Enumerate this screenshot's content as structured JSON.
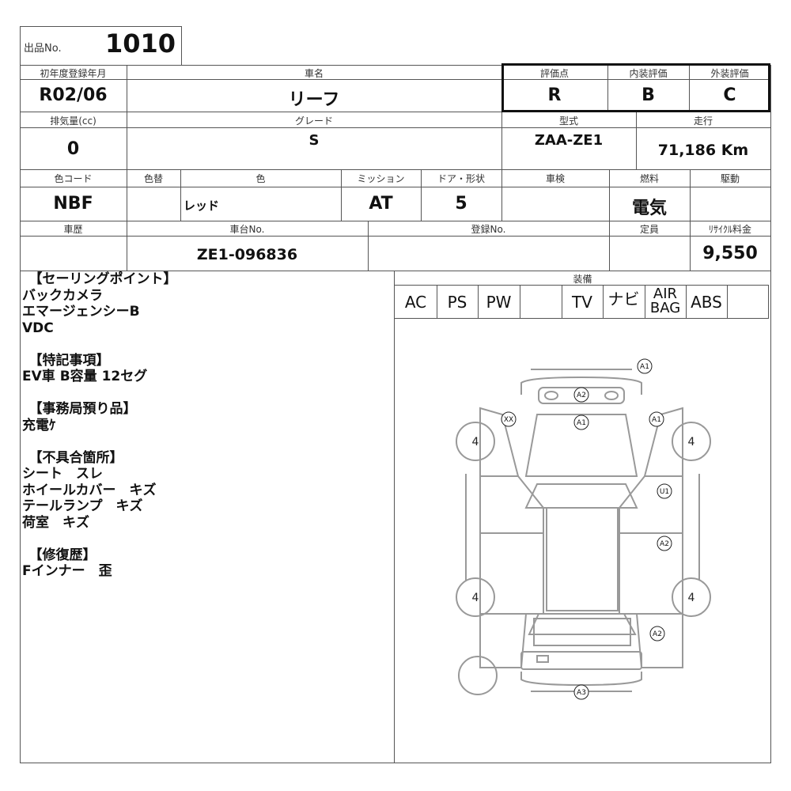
{
  "lot": {
    "label": "出品No.",
    "value": "1010"
  },
  "row1": {
    "first_reg_label": "初年度登録年月",
    "first_reg_value": "R02/06",
    "name_label": "車名",
    "name_value": "リーフ",
    "score_label": "評価点",
    "score_value": "R",
    "interior_label": "内装評価",
    "interior_value": "B",
    "exterior_label": "外装評価",
    "exterior_value": "C"
  },
  "row2": {
    "displacement_label": "排気量(cc)",
    "displacement_value": "0",
    "grade_label": "グレード",
    "grade_value": "S",
    "model_label": "型式",
    "model_value": "ZAA-ZE1",
    "mileage_label": "走行",
    "mileage_value": "71,186 Km"
  },
  "row3": {
    "color_code_label": "色コード",
    "color_code_value": "NBF",
    "color_change_label": "色替",
    "color_change_value": "",
    "color_label": "色",
    "color_value": "レッド",
    "mission_label": "ミッション",
    "mission_value": "AT",
    "door_label": "ドア・形状",
    "door_value": "5",
    "inspection_label": "車検",
    "inspection_value": "",
    "fuel_label": "燃料",
    "fuel_value": "電気",
    "drive_label": "駆動",
    "drive_value": ""
  },
  "row4": {
    "history_label": "車歴",
    "history_value": "",
    "chassis_label": "車台No.",
    "chassis_value": "ZE1-096836",
    "reg_label": "登録No.",
    "reg_value": "",
    "capacity_label": "定員",
    "capacity_value": "",
    "recycle_label": "ﾘｻｲｸﾙ料金",
    "recycle_value": "9,550"
  },
  "selling_points": "　【セーリングポイント】\nバックカメラ\nエマージェンシーB\nVDC\n\n　【特記事項】\nEV車 B容量 12セグ\n\n　【事務局預り品】\n充電ｹ\n\n　【不具合箇所】\nシート　スレ\nホイールカバー　キズ\nテールランプ　キズ\n荷室　キズ\n\n　【修復歴】\nFインナー　歪",
  "equipment": {
    "label": "装備",
    "items": [
      "AC",
      "PS",
      "PW",
      "",
      "TV",
      "ナビ",
      "AIR BAG",
      "ABS",
      ""
    ]
  },
  "diagram": {
    "tires": [
      "4",
      "4",
      "4",
      "4"
    ],
    "marks": [
      "A1",
      "A2",
      "XX",
      "A1",
      "A1",
      "U1",
      "A2",
      "A2",
      "A3"
    ]
  }
}
